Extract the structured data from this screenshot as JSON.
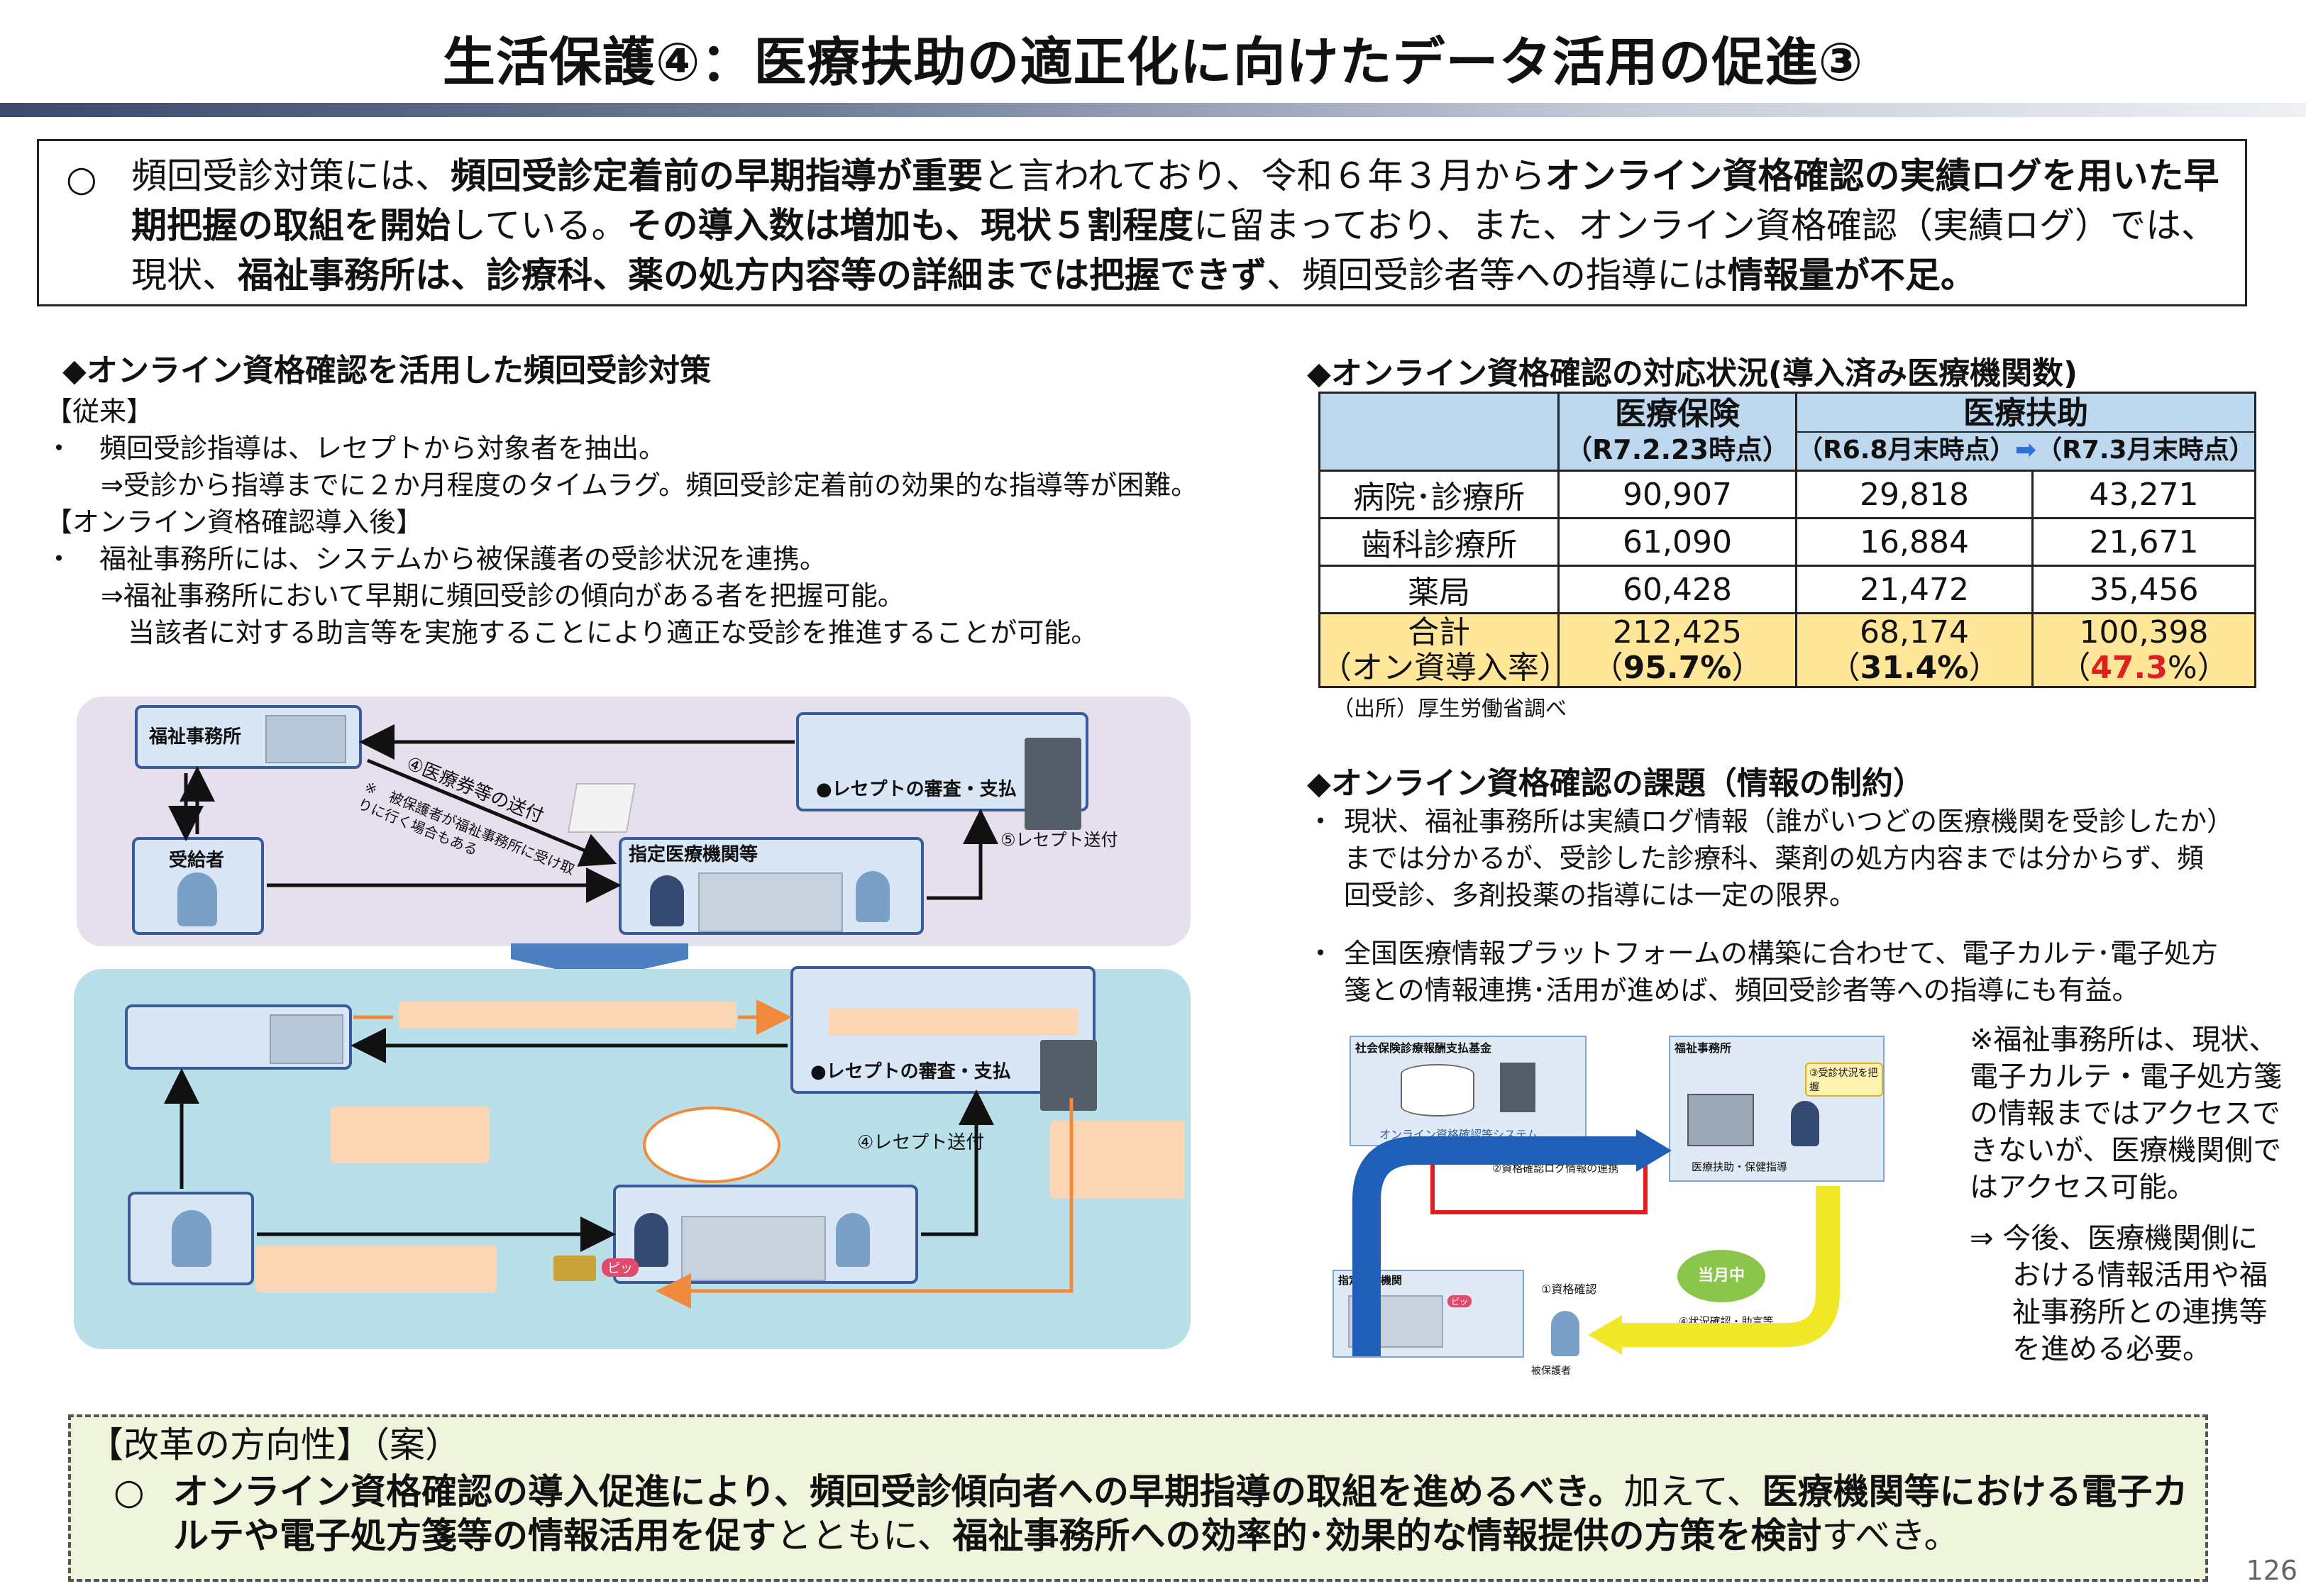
{
  "title": "生活保護④：医療扶助の適正化に向けたデータ活用の促進③",
  "summary": {
    "mark": "○",
    "parts": [
      {
        "t": "頻回受診対策には、",
        "b": false
      },
      {
        "t": "頻回受診定着前の早期指導が重要",
        "b": true
      },
      {
        "t": "と言われており、令和６年３月から",
        "b": false
      },
      {
        "t": "オンライン資格確認の実績ログを用いた早期把握の取組を開始",
        "b": true
      },
      {
        "t": "している。",
        "b": false
      },
      {
        "t": "その導入数は増加も、現状５割程度",
        "b": true
      },
      {
        "t": "に留まっており、また、オンライン資格確認（実績ログ）では、現状、",
        "b": false
      },
      {
        "t": "福祉事務所は、診療科、薬の処方内容等の詳細までは把握できず",
        "b": true
      },
      {
        "t": "、頻回受診者等への指導には",
        "b": false
      },
      {
        "t": "情報量が不足。",
        "b": true
      }
    ]
  },
  "left": {
    "heading": "◆オンライン資格確認を活用した頻回受診対策",
    "lines": [
      "【従来】",
      "・　頻回受診指導は、レセプトから対象者を抽出。",
      "　⇒受診から指導までに２か月程度のタイムラグ。頻回受診定着前の効果的な指導等が困難。",
      "【オンライン資格確認導入後】",
      "・　福祉事務所には、システムから被保護者の受診状況を連携。",
      "　⇒福祉事務所において早期に頻回受診の傾向がある者を把握可能。",
      "　　当該者に対する助言等を実施することにより適正な受診を推進することが可能。"
    ]
  },
  "diagram1": {
    "welfare_office": "福祉事務所",
    "receipt_review": "●レセプトの審査・支払",
    "recipient": "受給者",
    "medical_institution": "指定医療機関等",
    "step4": "④医療券等の送付",
    "note": "※　被保護者が福祉事務所に受け取りに行く場合もある",
    "step5": "⑤レセプト送付"
  },
  "diagram2": {
    "receipt_review": "●レセプトの審査・支払",
    "step4": "④レセプト送付",
    "beep": "ピッ"
  },
  "table": {
    "heading": "◆オンライン資格確認の対応状況(導入済み医療機関数)",
    "col_insurance": "医療保険",
    "col_insurance_date": "（R7.2.23時点）",
    "col_aid": "医療扶助",
    "col_aid_date1": "（R6.8月末時点）",
    "col_aid_date2": "（R7.3月末時点）",
    "rows": [
      {
        "label": "病院･診療所",
        "v1": "90,907",
        "v2": "29,818",
        "v3": "43,271"
      },
      {
        "label": "歯科診療所",
        "v1": "61,090",
        "v2": "16,884",
        "v3": "21,671"
      },
      {
        "label": "薬局",
        "v1": "60,428",
        "v2": "21,472",
        "v3": "35,456"
      }
    ],
    "total_label1": "合計",
    "total_label2": "（オン資導入率）",
    "total": {
      "v1": "212,425",
      "v2": "68,174",
      "v3": "100,398"
    },
    "rate1_open": "（",
    "rate1": "95.7%",
    "rate1_close": "）",
    "rate2_open": "（",
    "rate2": "31.4%",
    "rate2_close": "）",
    "rate3_open": "（",
    "rate3a": "47.3",
    "rate3b": "%）",
    "source": "（出所）厚生労働省調べ"
  },
  "issues": {
    "heading": "◆オンライン資格確認の課題（情報の制約）",
    "bullet1": "現状、福祉事務所は実績ログ情報（誰がいつどの医療機関を受診したか）までは分かるが、受診した診療科、薬剤の処方内容までは分からず、頻回受診、多剤投薬の指導には一定の限界。",
    "bullet2": "全国医療情報プラットフォームの構築に合わせて、電子カルテ･電子処方箋との情報連携･活用が進めば、頻回受診者等への指導にも有益。",
    "note1": "※福祉事務所は、現状、電子カルテ・電子処方箋の情報まではアクセスできないが、医療機関側ではアクセス可能。",
    "note2": "⇒ 今後、医療機関側における情報活用や福祉事務所との連携等を進める必要。",
    "fig": {
      "fund": "社会保険診療報酬支払基金",
      "system": "オンライン資格確認等システム",
      "welfare": "福祉事務所",
      "check": "③受診状況を把握",
      "log": "②資格確認ログ情報の連携",
      "pc": "医療扶助・保健指導",
      "same_month": "当月中",
      "institution": "指定医療機関",
      "step1": "①資格確認",
      "step4": "④状況確認・助言等",
      "recipient": "被保護者",
      "beep": "ピッ"
    }
  },
  "reform": {
    "heading": "【改革の方向性】（案）",
    "mark": "○",
    "parts": [
      {
        "t": "オンライン資格確認の導入促進により、頻回受診傾向者への早期指導の取組を進めるべき。",
        "b": true
      },
      {
        "t": "加えて、",
        "b": false
      },
      {
        "t": "医療機関等における電子カルテや電子処方箋等の情報活用を促す",
        "b": true
      },
      {
        "t": "とともに、",
        "b": false
      },
      {
        "t": "福祉事務所への効率的･効果的な情報提供の方策を検討",
        "b": true
      },
      {
        "t": "すべき。",
        "b": false
      }
    ]
  },
  "page_number": "126"
}
